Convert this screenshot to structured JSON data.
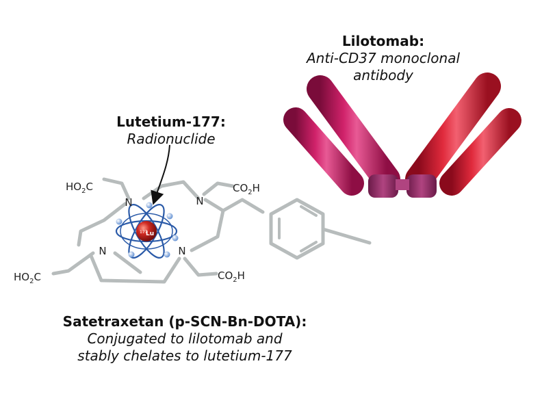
{
  "antibody": {
    "title": "Lilotomab:",
    "subtitle_line1": "Anti-CD37 monoclonal",
    "subtitle_line2": "antibody"
  },
  "radionuclide": {
    "title": "Lutetium-177:",
    "subtitle": "Radionuclide",
    "atom_mass": "177",
    "atom_symbol": "Lu"
  },
  "chelator": {
    "title": "Satetraxetan (p-SCN-Bn-DOTA):",
    "line1": "Conjugated to lilotomab and",
    "line2": "stably chelates to lutetium-177"
  },
  "chemistry": {
    "nitrogen": "N",
    "group_prefix": "HO",
    "group_sub": "2",
    "group_suffix": "C",
    "acid_prefix": "CO",
    "acid_sub": "2",
    "acid_suffix": "H"
  },
  "colors": {
    "bond": "#b7bcbc",
    "arm_magenta": "#c8175a",
    "arm_red": "#e02a3c",
    "stem_orange": "#f07030",
    "hinge": "#a03a70",
    "orbit": "#2a5aa8",
    "nucleus": "#c02020"
  }
}
